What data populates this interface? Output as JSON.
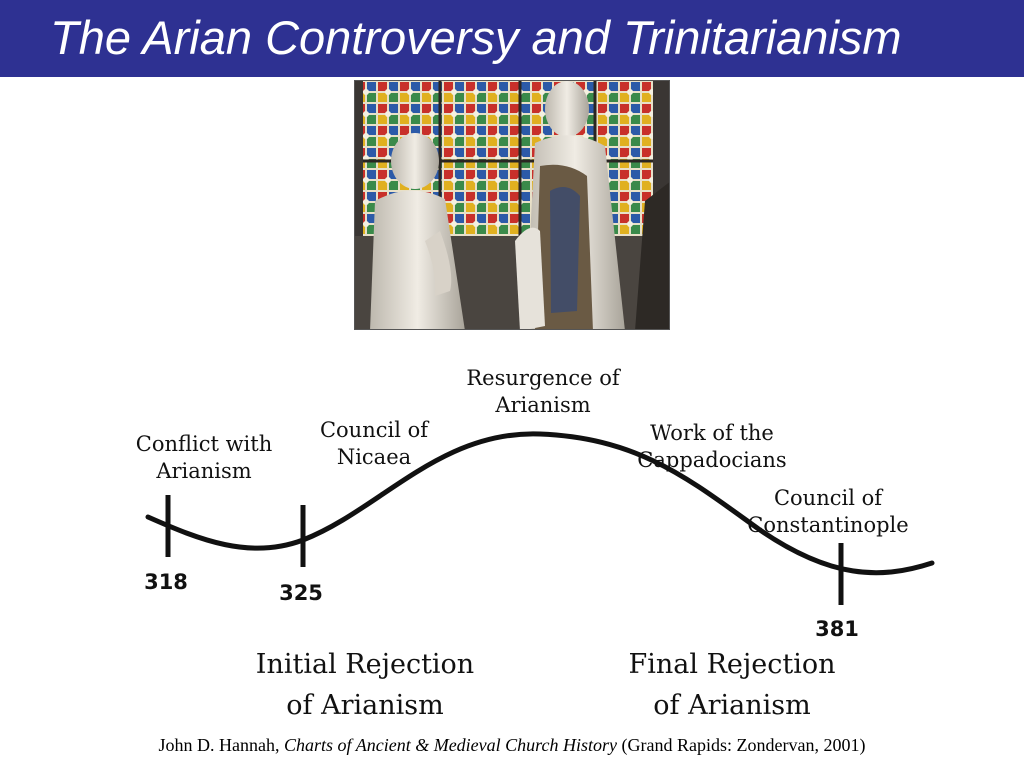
{
  "slide": {
    "title": "The Arian Controversy and Trinitarianism"
  },
  "timeline": {
    "events": [
      {
        "line1": "Conflict with",
        "line2": "Arianism",
        "year": "318"
      },
      {
        "line1": "Council of",
        "line2": "Nicaea",
        "year": "325"
      },
      {
        "line1": "Resurgence of",
        "line2": "Arianism"
      },
      {
        "line1": "Work of the",
        "line2": "Cappadocians"
      },
      {
        "line1": "Council of",
        "line2": "Constantinople",
        "year": "381"
      }
    ],
    "phases": [
      {
        "line1": "Initial Rejection",
        "line2": "of Arianism"
      },
      {
        "line1": "Final Rejection",
        "line2": "of Arianism"
      }
    ]
  },
  "citation": {
    "author": "John D. Hannah,",
    "book": "Charts of Ancient & Medieval Church History",
    "publisher": "(Grand Rapids: Zondervan, 2001)"
  }
}
